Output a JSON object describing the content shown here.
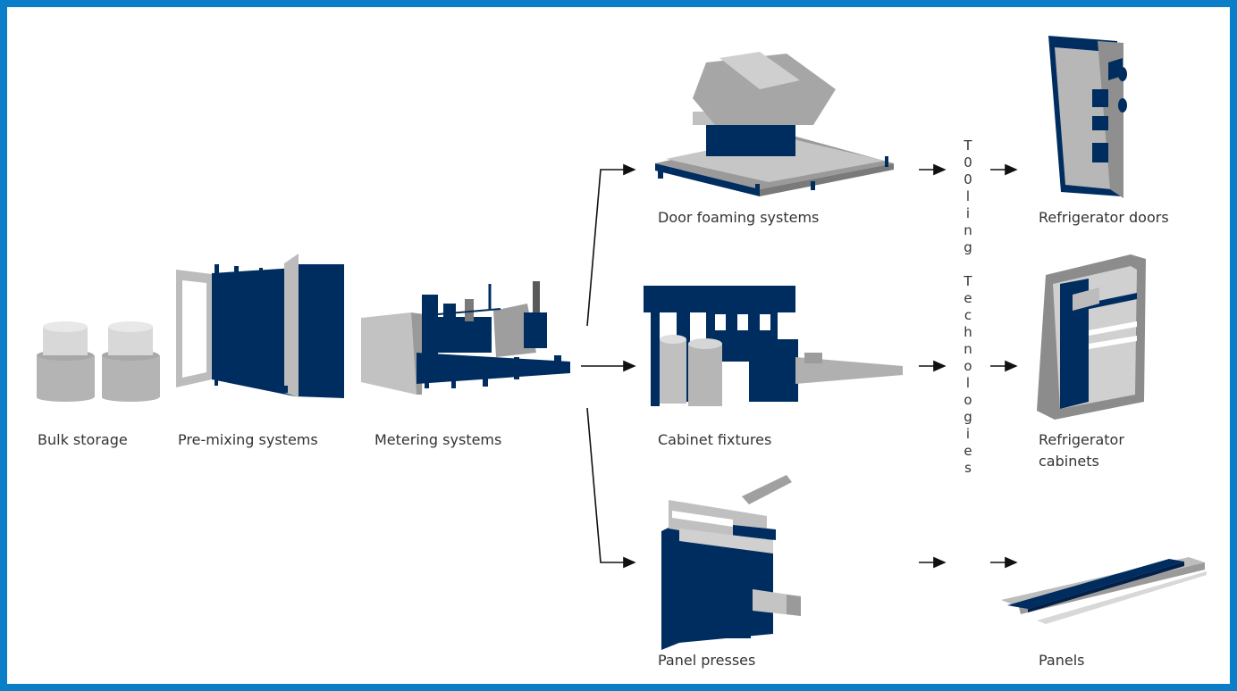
{
  "colors": {
    "frame": "#0a7fc7",
    "navy": "#002d5f",
    "gray": "#a6a6a6",
    "lightgray": "#d4d4d4",
    "text": "#333333"
  },
  "stages": {
    "bulk_storage": "Bulk storage",
    "pre_mixing": "Pre-mixing systems",
    "metering": "Metering systems",
    "door_foaming": "Door foaming systems",
    "cabinet_fixtures": "Cabinet fixtures",
    "panel_presses": "Panel presses",
    "refrigerator_doors": "Refrigerator doors",
    "refrigerator_cabinets_line1": "Refrigerator",
    "refrigerator_cabinets_line2": "cabinets",
    "panels": "Panels"
  },
  "tooling": {
    "word1": [
      "T",
      "0",
      "0",
      "l",
      "i",
      "n",
      "g"
    ],
    "word2": [
      "T",
      "e",
      "c",
      "h",
      "n",
      "o",
      "l",
      "o",
      "g",
      "i",
      "e",
      "s"
    ]
  }
}
